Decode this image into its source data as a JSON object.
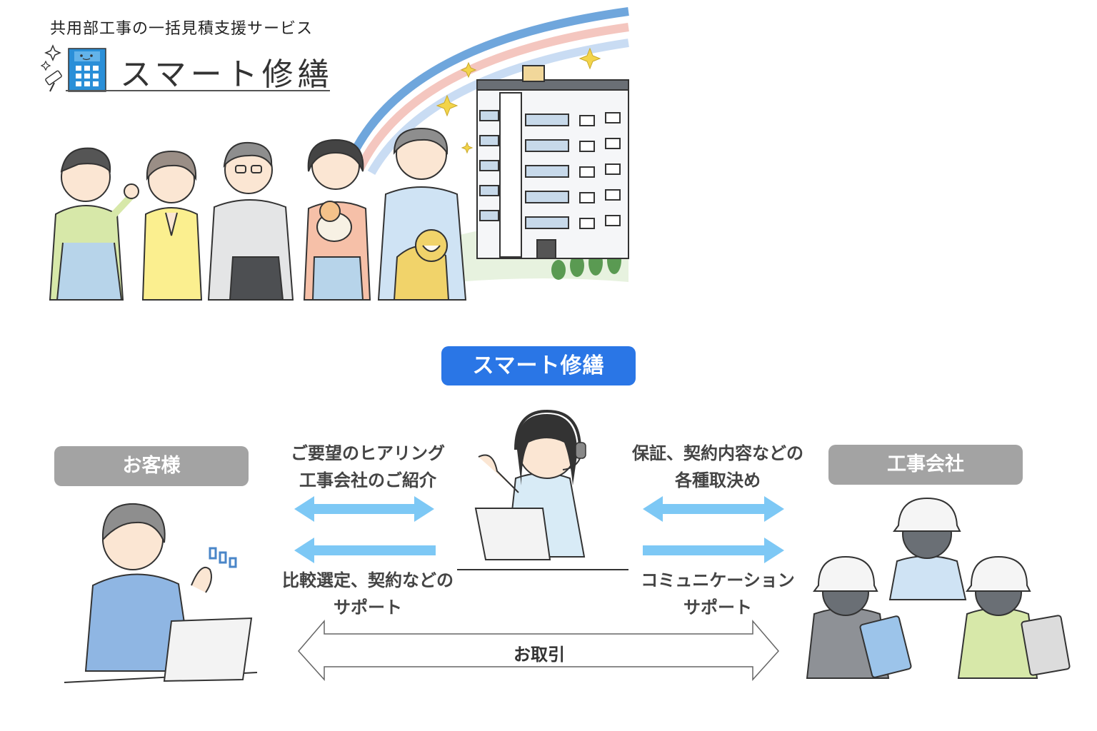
{
  "header": {
    "tagline": "共用部工事の一括見積支援サービス",
    "logo_text": "スマート修繕"
  },
  "diagram": {
    "center_title": "スマート修繕",
    "left_party": "お客様",
    "right_party": "工事会社",
    "left_top_lines": [
      "ご要望のヒアリング",
      "工事会社のご紹介"
    ],
    "left_bottom_lines": [
      "比較選定、契約などの",
      "サポート"
    ],
    "right_top_lines": [
      "保証、契約内容などの",
      "各種取決め"
    ],
    "right_bottom_lines": [
      "コミュニケーション",
      "サポート"
    ],
    "transaction_label": "お取引"
  },
  "colors": {
    "accent_blue": "#2a76e6",
    "arrow_blue": "#7dc8f5",
    "pill_gray": "#a3a3a3",
    "rainbow": [
      "#6fa6dc",
      "#f4c6bf",
      "#c9dcf3"
    ]
  }
}
